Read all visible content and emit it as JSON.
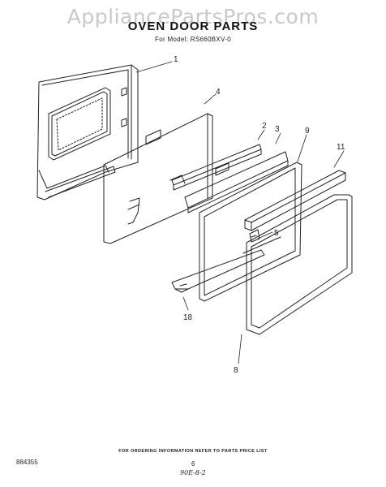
{
  "watermark": "AppliancePartsPros.com",
  "title": "OVEN DOOR PARTS",
  "subtitle": "For Model: RS660BXV-0",
  "callouts": {
    "p1": "1",
    "p2": "2",
    "p3": "3",
    "p4": "4",
    "p5": "5",
    "p8": "8",
    "p9": "9",
    "p11": "11",
    "p18": "18"
  },
  "footer": {
    "ordering_note": "FOR ORDERING INFORMATION REFER TO PARTS PRICE LIST",
    "doc_number": "884355",
    "page_number": "6",
    "handwritten_note": "90E-8-2"
  }
}
